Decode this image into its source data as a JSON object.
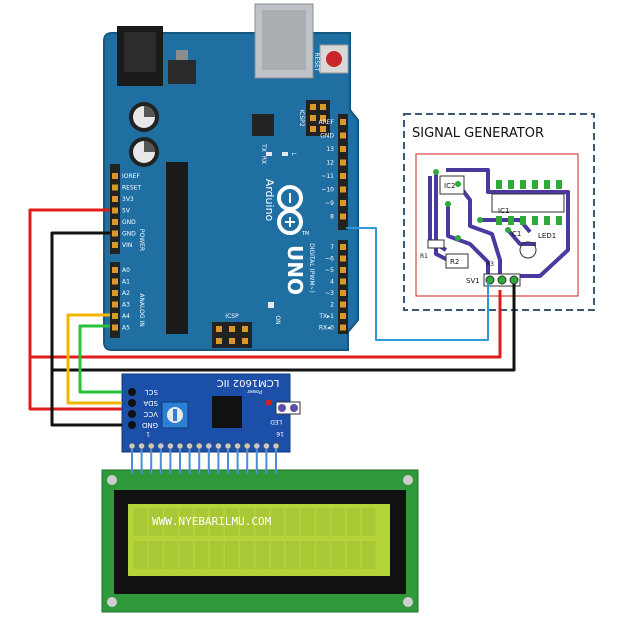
{
  "arduino": {
    "reset_label": "RESET",
    "icsp2_label": "ICSP2",
    "icsp_label": "ICSP",
    "brand": "Arduino",
    "model": "UNO",
    "tm": "TM",
    "led_l": "L",
    "led_tx": "TX",
    "led_rx": "RX",
    "on_label": "ON",
    "power_label": "POWER",
    "analog_label": "ANALOG IN",
    "digital_label": "DIGITAL (PWM~)",
    "power_pins": [
      "IOREF",
      "RESET",
      "3V3",
      "5V",
      "GND",
      "GND",
      "VIN"
    ],
    "analog_pins": [
      "A0",
      "A1",
      "A2",
      "A3",
      "A4",
      "A5"
    ],
    "digital_top": [
      "AREF",
      "GND",
      "13",
      "12",
      "~11",
      "~10",
      "~9",
      "8"
    ],
    "digital_bottom": [
      "7",
      "~6",
      "~5",
      "4",
      "~3",
      "2",
      "TX▸1",
      "RX◂0"
    ]
  },
  "signal_generator": {
    "title": "SIGNAL GENERATOR",
    "labels": {
      "ic2": "IC2",
      "ic1": "IC1",
      "c1": "C1",
      "led1": "LED1",
      "r1": "R1",
      "r2": "R2",
      "r3": "R3",
      "sv1": "SV1"
    }
  },
  "i2c_module": {
    "title": "LCM1602 IIC",
    "pins": [
      "SCL",
      "SDA",
      "VCC",
      "GND"
    ],
    "power_label": "Power",
    "led_label": "LED",
    "pin1": "1",
    "pin16": "16"
  },
  "lcd": {
    "text": "WWW.NYEBARILMU.COM"
  },
  "colors": {
    "board": "#1f6fa3",
    "board_edge": "#16567f",
    "wire_red": "#e01b1b",
    "wire_black": "#111111",
    "wire_yellow": "#f2b600",
    "wire_green": "#27c23a",
    "wire_blue": "#2c9ad9",
    "lcd_green": "#b5d43a",
    "lcd_pcb": "#2f9a3c",
    "i2c_blue": "#1c4fa8",
    "pcb_trace": "#4a3aa0"
  }
}
